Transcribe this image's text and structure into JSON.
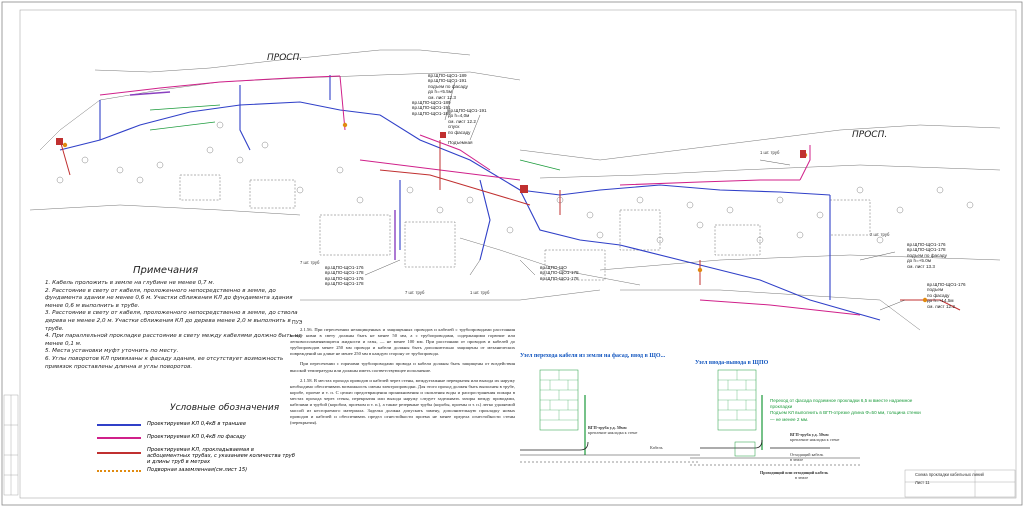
{
  "street_labels": [
    "ПРОСП.",
    "ПРОСП."
  ],
  "callouts": {
    "top_center": [
      "вр.ЩПО-ЩО1-189",
      "вр.ЩПО-ЩО1-191",
      "подъем по фасаду",
      "до h=+5.5м",
      "см. лист",
      "12.3"
    ],
    "top_center_2": [
      "вр.ЩПО-ЩО1-191",
      "до h=4,0м",
      "см. лист 12.2",
      "спуск",
      "по фасаду"
    ],
    "top_center_3": [
      "вр.ЩПО-ЩО1-189",
      "вр.ЩПО-ЩО1-191",
      "вр.ЩПО-ЩО1-189"
    ],
    "left_mid": [
      "вр.ЩПО-ЩО1-176",
      "вр.ЩПО-ЩО1-178",
      "вр.ЩПО-ЩО1-176",
      "вр.ЩПО-ЩО1-178"
    ],
    "center_mid": [
      "вр.ЩПО-ЩО",
      "вр.ЩПО-ЩО1-178",
      "вр.ЩПО-ЩО1-178"
    ],
    "right_mid": [
      "вр.ЩПО-ЩО1-176",
      "вр.ЩПО-ЩО1-178",
      "подъем по фасаду",
      "до h=+5.0м",
      "см. лист",
      "13.3"
    ],
    "right_low": [
      "вр.ЩПО-ЩО1-176",
      "подъем",
      "по фасаду",
      "до h=+14,5м",
      "см. лист",
      "12.2"
    ],
    "lift_label": "Подъемная",
    "pipe_labels": [
      "7 шт. труб",
      "1 шт. труб",
      "2 шт. труб",
      "7 шт. труб",
      "1 шт. труб"
    ]
  },
  "notes": {
    "title": "Примечания",
    "items": [
      "1. Кабель проложить в земле на глубине не менее 0,7 м.",
      "2. Расстояние в свету от кабеля, проложенного непосредственно в земле, до фундамента здания не менее 0,6 м. Участки сближения КЛ до фундамента здания менее 0,6 м выполнить в трубе.",
      "3. Расстояние в свету от кабеля, проложенного непосредственно в земле, до ствола дерева не менее 2,0 м. Участки сближения КЛ до дерева менее 2,0 м выполнить в трубе.",
      "4. При параллельной прокладке расстояние в свету между кабелями должно быть не менее 0,1 м.",
      "5. Места установки муфт уточнить по месту.",
      "6. Углы поворотов КЛ привязаны к фасаду здания, ее отсутствует возможность привязок проставлены длинна и углы поворотов."
    ]
  },
  "legend": {
    "title": "Условные обозначения",
    "items": [
      {
        "label": "Проектируемая КЛ 0,4кВ в траншее",
        "color": "#3040c8"
      },
      {
        "label": "Проектируемая КЛ 0,4кВ по фасаду",
        "color": "#d0208a"
      },
      {
        "label": "Проектируемая КЛ, прокладываемая в асбоцементных трубах, с указанием количества труб и длины труб в метрах",
        "color": "#c03030"
      },
      {
        "label": "Подворная заземленная(см.лист 15)",
        "color": "#e08a10"
      }
    ]
  },
  "rules": {
    "code": "ПУЭ",
    "paragraphs": [
      "2.1.56. При пересечении незащищенных и защищенных проводов и кабелей с трубопроводами расстояния между ними в свету должны быть не менее 50 мм, а с трубопроводами, содержащими горючие или легковоспламеняющиеся жидкости и газы, — не менее 100 мм. При расстоянии от проводов и кабелей до трубопроводов менее 250 мм провода и кабели должны быть дополнительно защищены от механических повреждений на длине не менее 250 мм в каждую сторону от трубопровода.",
      "При пересечении с горячими трубопроводами провода и кабели должны быть защищены от воздействия высокой температуры или должны иметь соответствующее исполнение.",
      "2.1.58. В местах прохода проводов и кабелей через стены, междуэтажные перекрытия или выхода их наружу необходимо обеспечивать возможность смены электропроводки. Для этого проход должен быть выполнен в трубе, коробе, проеме и т. п. С целью предотвращения проникновения и скопления воды и распространения пожара в местах прохода через стены, перекрытия или выхода наружу следует заделывать зазоры между проводами, кабелями и трубой (коробом, проемом и т. п.), а также резервные трубы (коробы, проемы и т. п.) легко удаляемой массой из несгораемого материала. Заделка должна допускать замену, дополнительную прокладку новых проводов и кабелей и обеспечивать предел огнестойкости проема не менее предела огнестойкости стены (перекрытия)."
    ]
  },
  "details": {
    "left_title": "Узел перехода кабеля из земли на фасад, ввод в ЩО...",
    "right_title": "Узел ввода-вывода в ЩПО",
    "left_pipe": "ВГП-труба у.д. 50мм",
    "left_pipe_sub": "крепление накладка к стене",
    "left_cable": "Кабель",
    "right_pipe": "ВГП-труба у.д. 50мм",
    "right_pipe_sub": "крепление накладка к стене",
    "right_cable_label": "Отходящий кабель",
    "right_cable_sub": "в земле",
    "right_bottom": "Проходящий или отходящий кабель",
    "right_bottom_sub": "в земле"
  },
  "green_note": {
    "lines": [
      "Переход от фасада подземное прокладки 6,5 м вместе надземное",
      "прокладки",
      "Подъем КЛ выполнить в ВГП-отрезке длина Ф=50 мм, толщина стенки",
      "— не менее 2 мм."
    ]
  },
  "stamp": {
    "lines": [
      "Схема прокладки кабельных линий",
      "Лист 11"
    ]
  }
}
